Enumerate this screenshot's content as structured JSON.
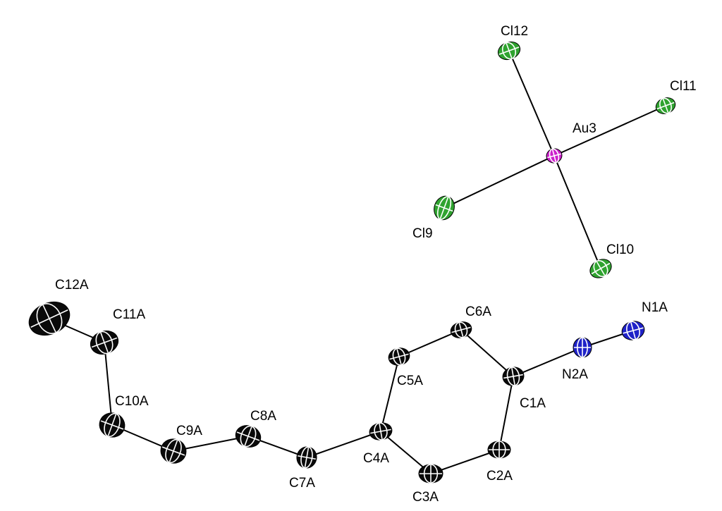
{
  "colors": {
    "background": "#ffffff",
    "bond": "#000000",
    "C": "#0a0a0a",
    "N": "#1f22c8",
    "Cl": "#2fa32f",
    "Au": "#cc1fcc",
    "highlight": "#ffffff"
  },
  "atoms": [
    {
      "id": "Cl12",
      "label": "Cl12",
      "element": "Cl"
    },
    {
      "id": "Cl11",
      "label": "Cl11",
      "element": "Cl"
    },
    {
      "id": "Au3",
      "label": "Au3",
      "element": "Au"
    },
    {
      "id": "Cl9",
      "label": "Cl9",
      "element": "Cl"
    },
    {
      "id": "Cl10",
      "label": "Cl10",
      "element": "Cl"
    },
    {
      "id": "N1A",
      "label": "N1A",
      "element": "N"
    },
    {
      "id": "N2A",
      "label": "N2A",
      "element": "N"
    },
    {
      "id": "C1A",
      "label": "C1A",
      "element": "C"
    },
    {
      "id": "C2A",
      "label": "C2A",
      "element": "C"
    },
    {
      "id": "C3A",
      "label": "C3A",
      "element": "C"
    },
    {
      "id": "C4A",
      "label": "C4A",
      "element": "C"
    },
    {
      "id": "C5A",
      "label": "C5A",
      "element": "C"
    },
    {
      "id": "C6A",
      "label": "C6A",
      "element": "C"
    },
    {
      "id": "C7A",
      "label": "C7A",
      "element": "C"
    },
    {
      "id": "C8A",
      "label": "C8A",
      "element": "C"
    },
    {
      "id": "C9A",
      "label": "C9A",
      "element": "C"
    },
    {
      "id": "C10A",
      "label": "C10A",
      "element": "C"
    },
    {
      "id": "C11A",
      "label": "C11A",
      "element": "C"
    },
    {
      "id": "C12A",
      "label": "C12A",
      "element": "C"
    }
  ],
  "bonds": [
    [
      "Cl12",
      "Au3"
    ],
    [
      "Au3",
      "Cl10"
    ],
    [
      "Cl9",
      "Au3"
    ],
    [
      "Au3",
      "Cl11"
    ],
    [
      "N1A",
      "N2A"
    ],
    [
      "N2A",
      "C1A"
    ],
    [
      "C1A",
      "C6A"
    ],
    [
      "C6A",
      "C5A"
    ],
    [
      "C5A",
      "C4A"
    ],
    [
      "C4A",
      "C3A"
    ],
    [
      "C3A",
      "C2A"
    ],
    [
      "C2A",
      "C1A"
    ],
    [
      "C4A",
      "C7A"
    ],
    [
      "C7A",
      "C8A"
    ],
    [
      "C8A",
      "C9A"
    ],
    [
      "C9A",
      "C10A"
    ],
    [
      "C10A",
      "C11A"
    ],
    [
      "C11A",
      "C12A"
    ]
  ]
}
